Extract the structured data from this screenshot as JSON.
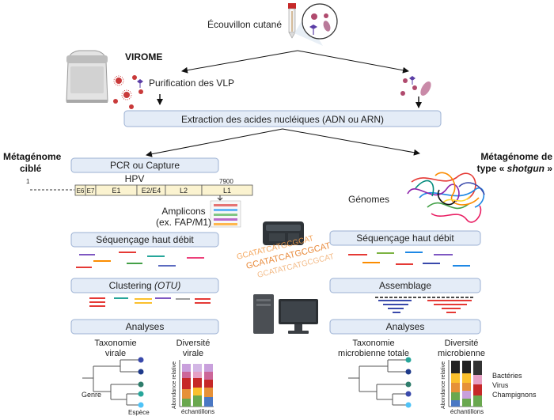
{
  "top": {
    "swab_label": "Écouvillon cutané"
  },
  "virome": {
    "title": "VIROME",
    "purification": "Purification des VLP"
  },
  "extraction": {
    "label": "Extraction des acides nucléiques (ADN ou ARN)"
  },
  "left": {
    "title_line1": "Métagénome",
    "title_line2": "ciblé",
    "pcr": "PCR ou Capture",
    "hpv": {
      "title": "HPV",
      "start": "1",
      "end": "7900",
      "segments": [
        "E6",
        "E7",
        "E1",
        "E2/E4",
        "L2",
        "L1"
      ]
    },
    "amplicons_line1": "Amplicons",
    "amplicons_line2": "(ex. FAP/M1)",
    "sequencing": "Séquençage haut débit",
    "clustering_prefix": "Clustering ",
    "clustering_italic": "(OTU)",
    "analyses": "Analyses",
    "tax_line1": "Taxonomie",
    "tax_line2": "virale",
    "div_line1": "Diversité",
    "div_line2": "virale",
    "genre": "Genre",
    "espece": "Espèce",
    "y_axis": "Abondance relative",
    "x_axis": "échantillons"
  },
  "right": {
    "title_line1": "Métagénome de",
    "title_line2_prefix": "type « ",
    "title_line2_italic": "shotgun",
    "title_line2_suffix": " »",
    "genomes": "Génomes",
    "sequencing": "Séquençage haut débit",
    "assembly": "Assemblage",
    "analyses": "Analyses",
    "tax_line1": "Taxonomie",
    "tax_line2": "microbienne totale",
    "div_line1": "Diversité",
    "div_line2": "microbienne",
    "y_axis": "Abondance relative",
    "x_axis": "échantillons",
    "legend": [
      "Bactéries",
      "Virus",
      "Champignons"
    ]
  },
  "sequencer": {
    "dna_text": "GCATATCATGCGCAT"
  },
  "colors": {
    "box_fill": "#e4ecf7",
    "box_stroke": "#9bb1d3",
    "genome_fill": "#fbf3d0",
    "accent_red": "#d32f2f"
  }
}
